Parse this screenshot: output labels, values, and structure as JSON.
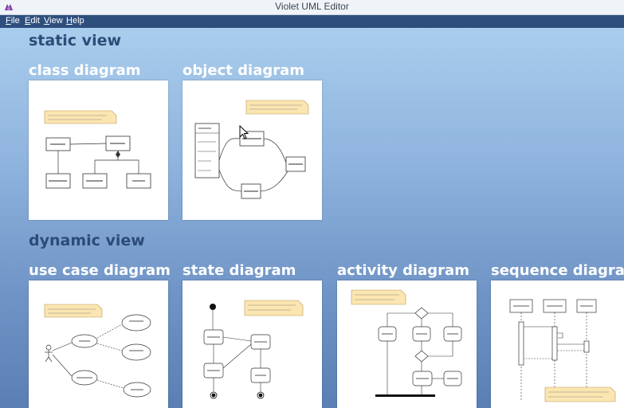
{
  "window": {
    "title": "Violet UML Editor"
  },
  "menu": {
    "items": [
      "File",
      "Edit",
      "View",
      "Help"
    ]
  },
  "sections": {
    "static": {
      "title": "static view"
    },
    "dynamic": {
      "title": "dynamic view"
    }
  },
  "diagrams": {
    "class": {
      "label": "class diagram"
    },
    "object": {
      "label": "object diagram"
    },
    "usecase": {
      "label": "use case diagram"
    },
    "state": {
      "label": "state diagram"
    },
    "activity": {
      "label": "activity diagram"
    },
    "sequence": {
      "label": "sequence diagram"
    }
  },
  "colors": {
    "menubar": "#2e4f7e",
    "section_title": "#2c4c78",
    "note_fill": "#fbe5b0"
  }
}
